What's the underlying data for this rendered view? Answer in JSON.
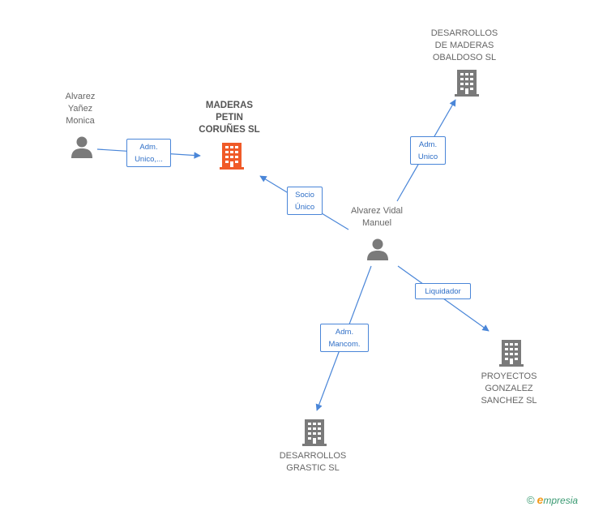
{
  "nodes": {
    "alvarez_yanez": {
      "label": "Alvarez\nYañez\nMonica",
      "type": "person"
    },
    "maderas_petin": {
      "label": "MADERAS\nPETIN\nCORUÑES SL",
      "type": "company-main"
    },
    "alvarez_vidal": {
      "label": "Alvarez Vidal\nManuel",
      "type": "person"
    },
    "desarrollos_maderas": {
      "label": "DESARROLLOS\nDE MADERAS\nOBALDOSO SL",
      "type": "company"
    },
    "proyectos_gonzalez": {
      "label": "PROYECTOS\nGONZALEZ\nSANCHEZ SL",
      "type": "company"
    },
    "desarrollos_grastic": {
      "label": "DESARROLLOS\nGRASTIC SL",
      "type": "company"
    }
  },
  "edges": {
    "yanez_to_maderas": {
      "label": "Adm.\nUnico,..."
    },
    "vidal_to_maderas": {
      "label": "Socio\nÚnico"
    },
    "vidal_to_desarrollos_maderas": {
      "label": "Adm.\nUnico"
    },
    "vidal_to_proyectos": {
      "label": "Liquidador"
    },
    "vidal_to_grastic": {
      "label": "Adm.\nMancom."
    }
  },
  "colors": {
    "edge": "#4a86d8",
    "person_icon": "#7a7a7a",
    "company_icon": "#7a7a7a",
    "main_company_icon": "#f05a28"
  },
  "brand": {
    "copyright": "©",
    "initial": "e",
    "name": "mpresia"
  }
}
